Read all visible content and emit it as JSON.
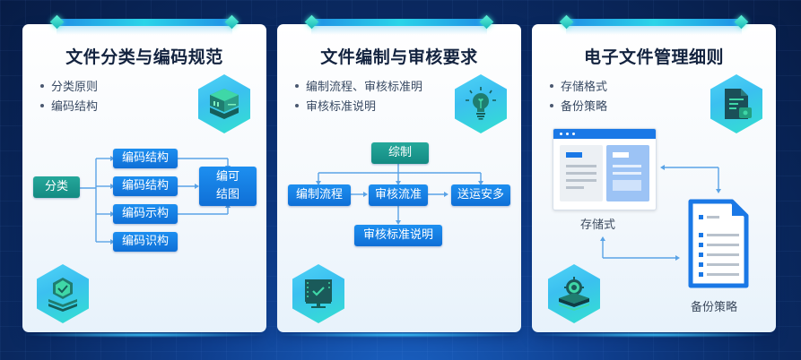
{
  "colors": {
    "background": "#0a2a63",
    "card": "#f4f8fc",
    "title_text": "#13233f",
    "box_blue": "#1a86e8",
    "box_teal": "#1a9a8f",
    "accent_cyan": "#2ad4e8",
    "connector": "#5aa3e6"
  },
  "cards": [
    {
      "title": "文件分类与编码规范",
      "bullets": [
        "分类原则",
        "编码结构"
      ],
      "icon": "server-cube-icon",
      "bottom_icon": "shield-check-layers-icon",
      "diagram": {
        "root": "分类",
        "branches": [
          "编码结构",
          "编码结构",
          "编码示构",
          "编码识构"
        ],
        "target_line1": "编可",
        "target_line2": "结图"
      }
    },
    {
      "title": "文件编制与审核要求",
      "bullets": [
        "编制流程、审核标准明",
        "审核标准说明"
      ],
      "icon": "lightbulb-icon",
      "bottom_icon": "monitor-check-icon",
      "diagram": {
        "root": "综制",
        "left": "编制流程",
        "center": "审核流准",
        "right": "送运安多",
        "bottom": "审核标准说明"
      }
    },
    {
      "title": "电子文件管理细则",
      "bullets": [
        "存储格式",
        "备份策略"
      ],
      "icon": "document-icon",
      "bottom_icon": "location-layers-icon",
      "diagram": {
        "window_label": "存储式",
        "document_label": "备份策略"
      }
    }
  ]
}
